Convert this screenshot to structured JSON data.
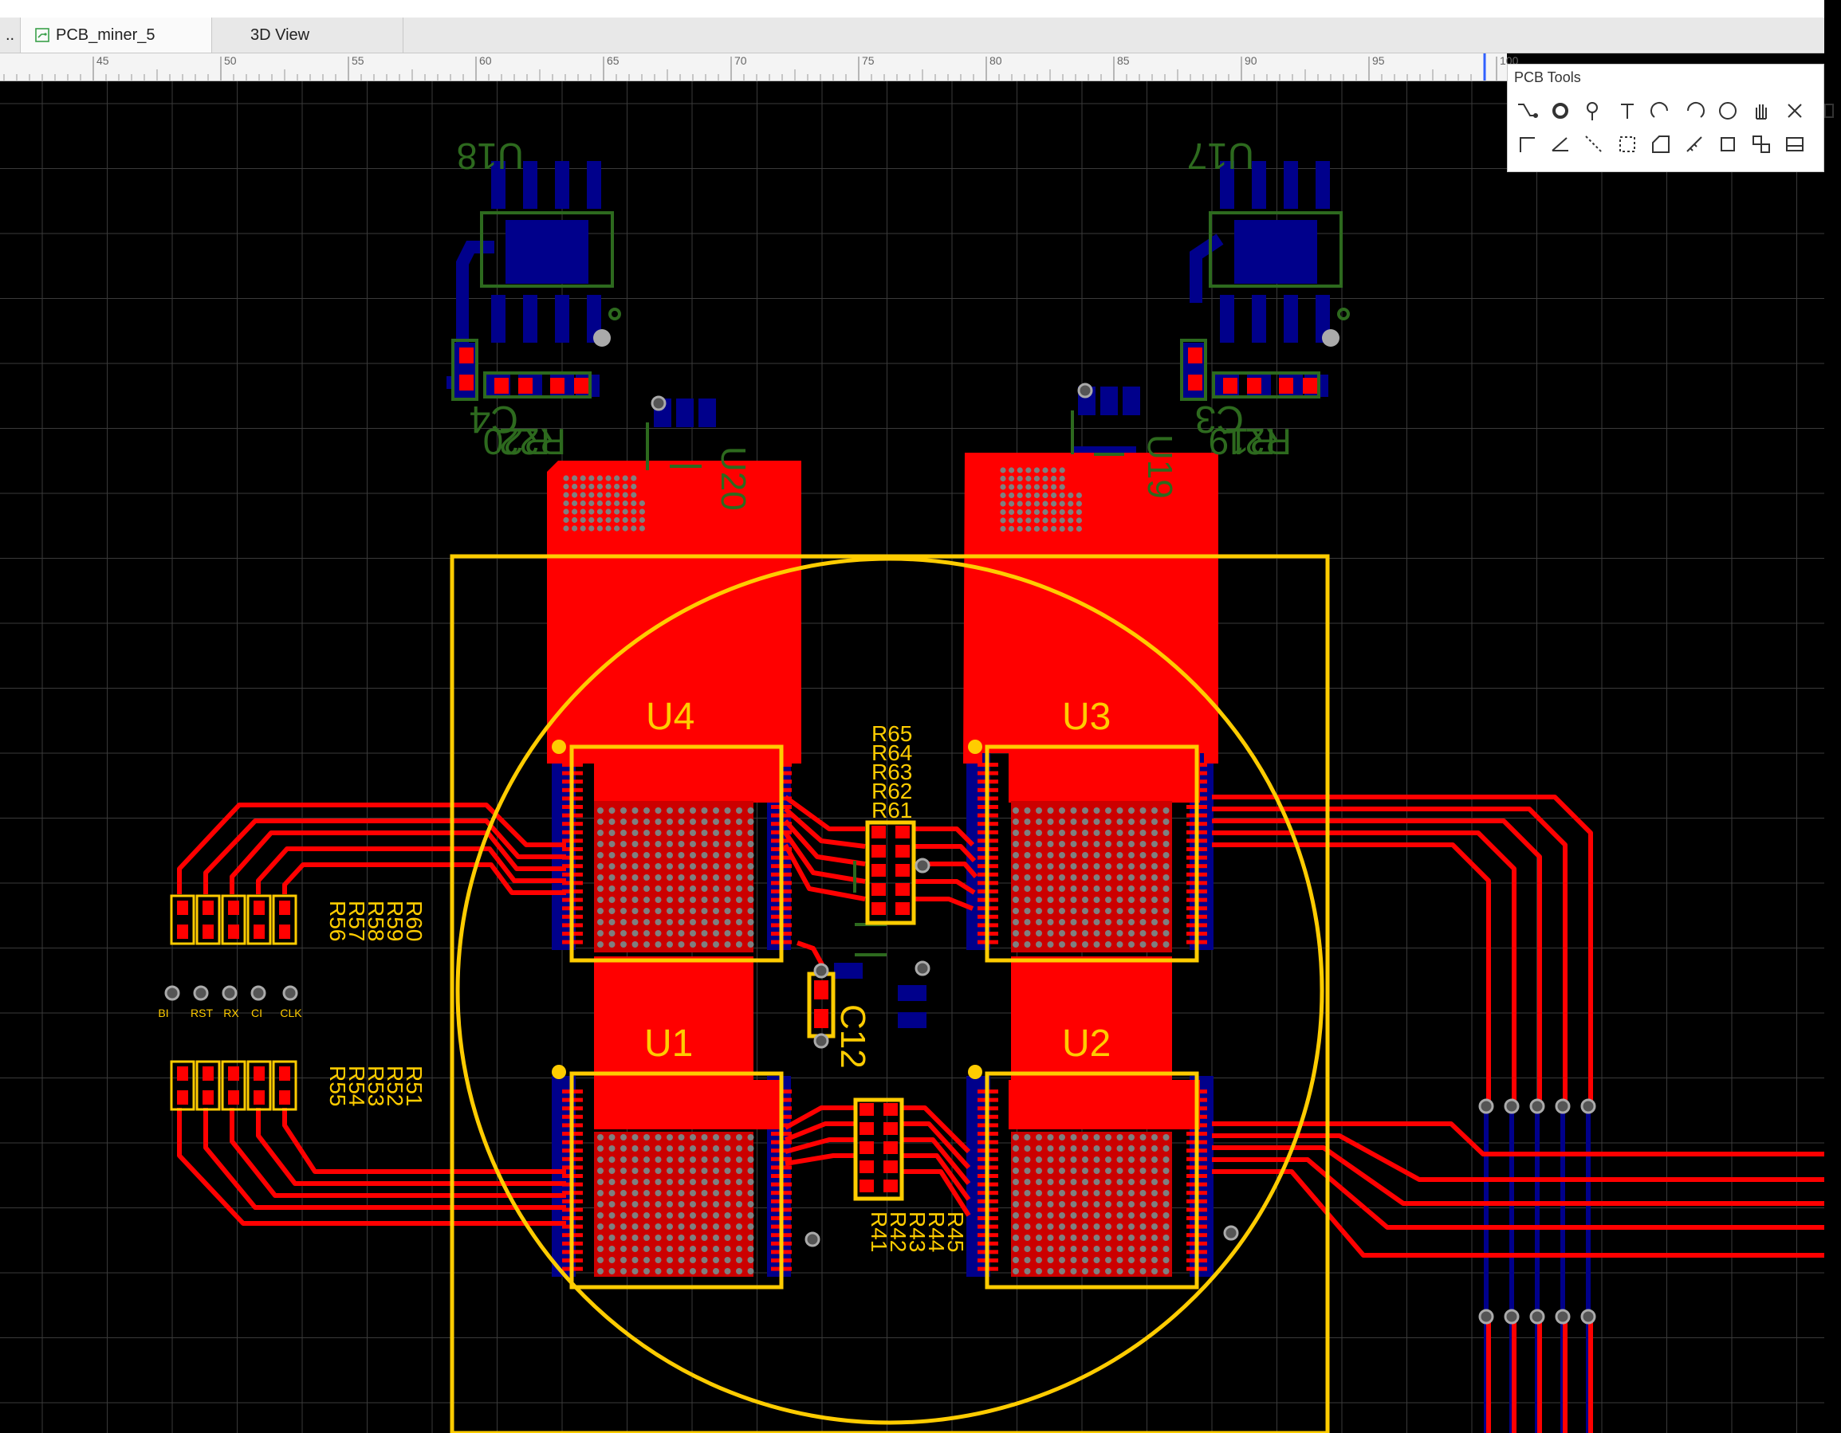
{
  "tabs": {
    "more_label": "..",
    "pcb_label": "PCB_miner_5",
    "view3d_label": "3D View"
  },
  "ruler": {
    "labels": [
      "45",
      "50",
      "55",
      "60",
      "65",
      "70",
      "75",
      "80",
      "85",
      "90",
      "95",
      "100"
    ]
  },
  "tools_panel": {
    "title": "PCB Tools",
    "row1": [
      "route-track-icon",
      "via-icon",
      "pad-icon",
      "text-icon",
      "arc-icon",
      "arc-ccw-icon",
      "circle-icon",
      "pan-hand-icon",
      "dimension-icon",
      "more-icon"
    ],
    "row2": [
      "line-icon",
      "angle-icon",
      "dashed-line-icon",
      "copper-area-icon",
      "solid-region-icon",
      "measure-icon",
      "rectangle-icon",
      "group-icon",
      "image-icon"
    ]
  },
  "board": {
    "chips": [
      "U1",
      "U2",
      "U3",
      "U4"
    ],
    "regulators": [
      "U18",
      "U17"
    ],
    "small_parts": [
      "U20",
      "U19",
      "C4",
      "C3",
      "R20",
      "R22",
      "R19",
      "R21",
      "C12"
    ],
    "resistors_top": [
      "R65",
      "R64",
      "R63",
      "R62",
      "R61"
    ],
    "resistors_bottom": [
      "R41",
      "R42",
      "R43",
      "R44",
      "R45"
    ],
    "resistors_left_top": [
      "R60",
      "R59",
      "R58",
      "R57",
      "R56"
    ],
    "resistors_left_bottom": [
      "R51",
      "R52",
      "R53",
      "R54",
      "R55"
    ],
    "header_pins": [
      "BI",
      "RST",
      "RX",
      "CI",
      "CLK"
    ]
  },
  "colors": {
    "background": "#000000",
    "grid": "#3a3a3a",
    "top_copper": "#ff0000",
    "bottom_copper": "#00008b",
    "silkscreen_top": "#ffcc00",
    "silkscreen_bottom": "#2d6a1e",
    "via": "#7f7f7f"
  }
}
